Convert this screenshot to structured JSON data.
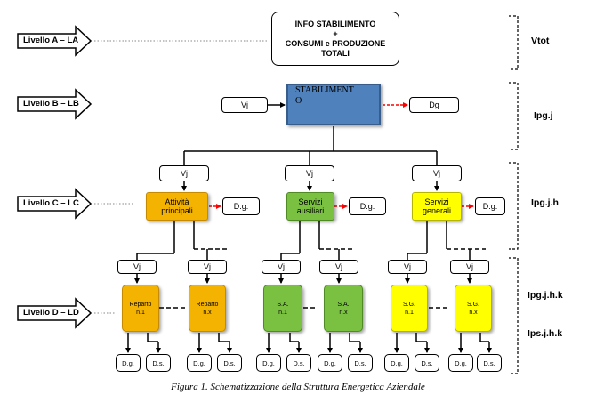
{
  "levels": {
    "a": "Livello A – LA",
    "b": "Livello B – LB",
    "c": "Livello C – LC",
    "d": "Livello D – LD"
  },
  "right_labels": {
    "vtot": "Vtot",
    "ipgj": "Ipg.j",
    "ipgjh": "Ipg.j.h",
    "ipgjhk": "Ipg.j.h.k",
    "ipsjhk": "Ips.j.h.k"
  },
  "info": {
    "line1": "INFO STABILIMENTO",
    "line2": "+",
    "line3": "CONSUMI e PRODUZIONE",
    "line4": "TOTALI"
  },
  "stabilimento": {
    "line1": "STABILIMENT",
    "line2": "O"
  },
  "vj": "Vj",
  "dg_top": "Dg",
  "dg": "D.g.",
  "ds": "D.s.",
  "areas": {
    "attivita": {
      "line1": "Attività",
      "line2": "principali"
    },
    "servizi_aus": {
      "line1": "Servizi",
      "line2": "ausiliari"
    },
    "servizi_gen": {
      "line1": "Servizi",
      "line2": "generali"
    }
  },
  "units": {
    "reparto1": {
      "line1": "Reparto",
      "line2": "n.1"
    },
    "repartox": {
      "line1": "Reparto",
      "line2": "n.x"
    },
    "sa1": {
      "line1": "S.A.",
      "line2": "n.1"
    },
    "sax": {
      "line1": "S.A.",
      "line2": "n.x"
    },
    "sg1": {
      "line1": "S.G.",
      "line2": "n.1"
    },
    "sgx": {
      "line1": "S.G.",
      "line2": "n.x"
    }
  },
  "caption": "Figura 1. Schematizzazione della Struttura Energetica Aziendale",
  "colors": {
    "stabilimento": "#4f81bd",
    "attivita": "#f5b301",
    "servizi_aus": "#7ac142",
    "servizi_gen": "#ffff00",
    "dg_arrow": "#ff0000"
  }
}
